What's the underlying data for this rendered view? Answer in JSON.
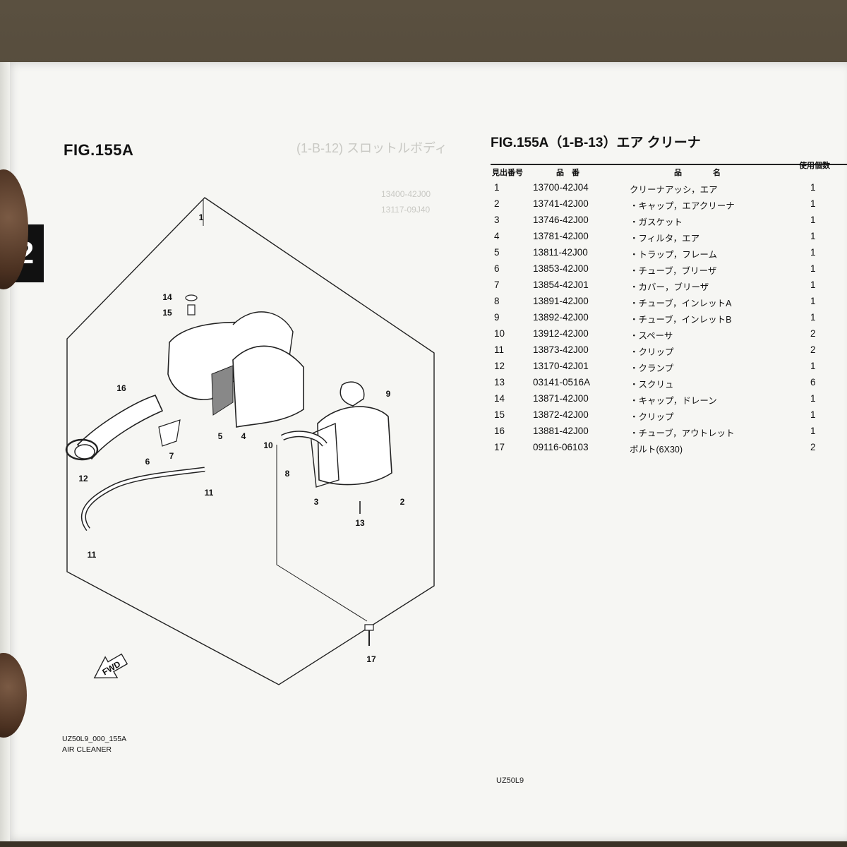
{
  "chapter_tab": "2",
  "left_title": "FIG.155A",
  "right_title": "FIG.155A（1-B-13）エア クリーナ",
  "columns": {
    "ref_no": "見出番号",
    "part_no": "品　番",
    "description": "品　　　　名",
    "qty": "使用個数"
  },
  "parts": [
    {
      "ref": "1",
      "part": "13700-42J04",
      "desc": "クリーナアッシ，エア",
      "qty": "1"
    },
    {
      "ref": "2",
      "part": "13741-42J00",
      "desc": "・キャップ，エアクリーナ",
      "qty": "1"
    },
    {
      "ref": "3",
      "part": "13746-42J00",
      "desc": "・ガスケット",
      "qty": "1"
    },
    {
      "ref": "4",
      "part": "13781-42J00",
      "desc": "・フィルタ，エア",
      "qty": "1"
    },
    {
      "ref": "5",
      "part": "13811-42J00",
      "desc": "・トラップ，フレーム",
      "qty": "1"
    },
    {
      "ref": "6",
      "part": "13853-42J00",
      "desc": "・チューブ，ブリーザ",
      "qty": "1"
    },
    {
      "ref": "7",
      "part": "13854-42J01",
      "desc": "・カバー，ブリーザ",
      "qty": "1"
    },
    {
      "ref": "8",
      "part": "13891-42J00",
      "desc": "・チューブ，インレットA",
      "qty": "1"
    },
    {
      "ref": "9",
      "part": "13892-42J00",
      "desc": "・チューブ，インレットB",
      "qty": "1"
    },
    {
      "ref": "10",
      "part": "13912-42J00",
      "desc": "・スペーサ",
      "qty": "2"
    },
    {
      "ref": "11",
      "part": "13873-42J00",
      "desc": "・クリップ",
      "qty": "2"
    },
    {
      "ref": "12",
      "part": "13170-42J01",
      "desc": "・クランプ",
      "qty": "1"
    },
    {
      "ref": "13",
      "part": "03141-0516A",
      "desc": "・スクリュ",
      "qty": "6"
    },
    {
      "ref": "14",
      "part": "13871-42J00",
      "desc": "・キャップ，ドレーン",
      "qty": "1"
    },
    {
      "ref": "15",
      "part": "13872-42J00",
      "desc": "・クリップ",
      "qty": "1"
    },
    {
      "ref": "16",
      "part": "13881-42J00",
      "desc": "・チューブ，アウトレット",
      "qty": "1"
    },
    {
      "ref": "17",
      "part": "09116-06103",
      "desc": "ボルト(6X30)",
      "qty": "2"
    }
  ],
  "diagram_callouts": [
    "1",
    "2",
    "3",
    "4",
    "5",
    "6",
    "7",
    "8",
    "9",
    "10",
    "11",
    "11",
    "12",
    "13",
    "14",
    "15",
    "16",
    "17"
  ],
  "fwd_label": "FWD",
  "footer": {
    "code": "UZ50L9_000_155A",
    "name": "AIR CLEANER",
    "model": "UZ50L9"
  }
}
